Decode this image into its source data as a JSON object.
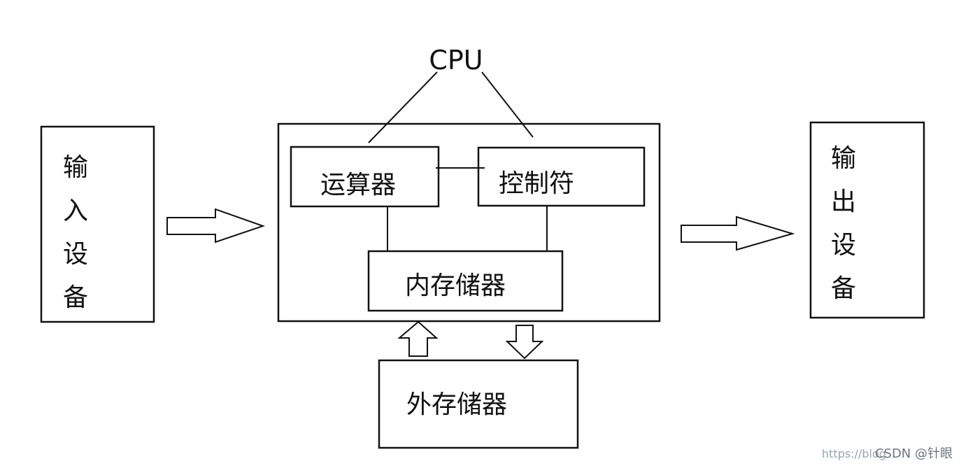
{
  "diagram": {
    "cpu_label": "CPU",
    "alu_label": "运算器",
    "control_label": "控制符",
    "memory_label": "内存储器",
    "external_storage_label": "外存储器",
    "input_device_chars": [
      "输",
      "入",
      "设",
      "备"
    ],
    "output_device_chars": [
      "输",
      "出",
      "设",
      "备"
    ]
  },
  "watermark": {
    "url_part": "https://blog",
    "brand": "CSDN @针眼"
  }
}
